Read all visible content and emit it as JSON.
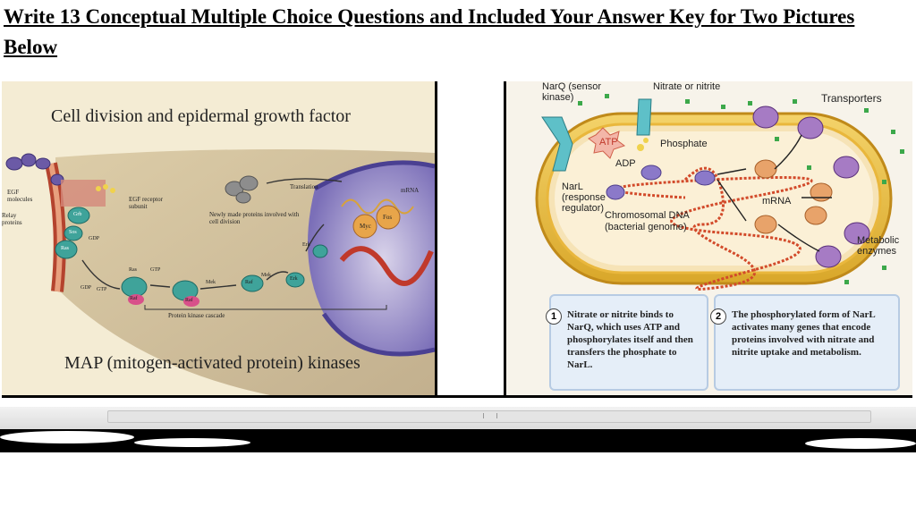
{
  "page": {
    "title": "Write 13 Conceptual Multiple Choice Questions and Included Your Answer Key for Two Pictures Below"
  },
  "left_figure": {
    "heading": "Cell division and epidermal growth factor",
    "caption": "MAP (mitogen-activated protein) kinases",
    "labels": {
      "egf_molecules": "EGF molecules",
      "relay_proteins": "Relay proteins",
      "egf_receptor": "EGF receptor subunit",
      "newly_made": "Newly made proteins involved with cell division",
      "translation": "Translation",
      "mrna": "mRNA",
      "cascade": "Protein kinase cascade",
      "gdp1": "GDP",
      "gdp2": "GDP",
      "gtp1": "GTP",
      "gtp2": "GTP",
      "grb": "Grb",
      "sos": "Sos",
      "ras1": "Ras",
      "ras2": "Ras",
      "raf1": "Raf",
      "raf2": "Raf",
      "raf3": "Raf",
      "mek1": "Mek",
      "mek2": "Mek",
      "erk1": "Erk",
      "erk2": "Erk",
      "myc": "Myc",
      "fos": "Fos"
    }
  },
  "right_figure": {
    "labels": {
      "narq": "NarQ (sensor kinase)",
      "nitrate": "Nitrate or nitrite",
      "transporters": "Transporters",
      "atp": "ATP",
      "adp": "ADP",
      "phosphate": "Phosphate",
      "narl": "NarL (response regulator)",
      "chromosomal": "Chromosomal DNA (bacterial genome)",
      "mrna": "mRNA",
      "metabolic": "Metabolic enzymes"
    },
    "steps": [
      {
        "num": "1",
        "text": "Nitrate or nitrite binds to NarQ, which uses ATP and phosphorylates itself and then transfers the phosphate to NarL."
      },
      {
        "num": "2",
        "text": "The phosphorylated form of NarL activates many genes that encode proteins involved with nitrate and nitrite uptake and metabolism."
      }
    ]
  }
}
